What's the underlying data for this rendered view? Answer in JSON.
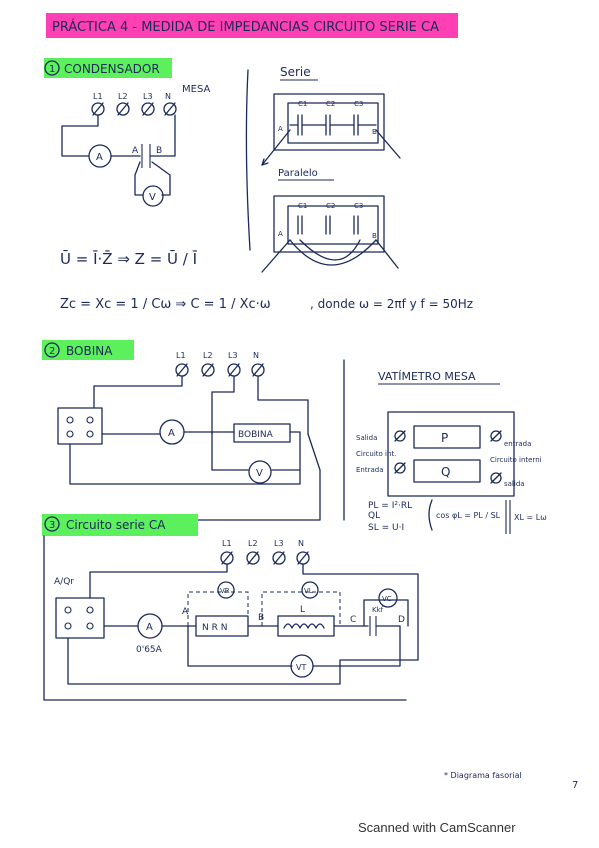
{
  "title": "PRÁCTICA 4 - MEDIDA DE IMPEDANCIAS CIRCUITO SERIE CA",
  "colors": {
    "title_highlight": "#ff3fb4",
    "section_highlight": "#5cf05c",
    "ink": "#1b2a5a",
    "footer": "#333333"
  },
  "section1": {
    "number": "1",
    "heading": "CONDENSADOR",
    "mesa_label": "MESA",
    "terminals": [
      "L1",
      "L2",
      "L3",
      "N"
    ],
    "ammeter": "A",
    "voltmeter": "V",
    "node_a": "A",
    "node_b": "B",
    "serie_label": "Serie",
    "paralelo_label": "Paralelo",
    "caps": [
      "C1",
      "C2",
      "C3"
    ],
    "formula1": "Ū = Ī·Z̄ ⇒ Z = Ū / Ī",
    "formula2_left": "Zc = Xc = 1 / Cω ⇒ C = 1 / Xc·ω",
    "formula2_right": ", donde ω = 2πf y f = 50Hz"
  },
  "section2": {
    "number": "2",
    "heading": "BOBINA",
    "terminals": [
      "L1",
      "L2",
      "L3",
      "N"
    ],
    "ammeter": "A",
    "voltmeter": "V",
    "box_label": "BOBINA",
    "wattmeter_title": "VATÍMETRO MESA",
    "watt_left": [
      "Salida",
      "Circuito int.",
      "Entrada"
    ],
    "watt_right": [
      "entrada",
      "Circuito interni",
      "salida"
    ],
    "p_box": "P",
    "q_box": "Q",
    "pl": "PL = I²·RL",
    "ql": "QL",
    "sl": "SL = U·I",
    "cos": "cos φL = PL / SL",
    "xl": "XL = Lω"
  },
  "section3": {
    "number": "3",
    "heading": "Circuito serie CA",
    "terminals": [
      "L1",
      "L2",
      "L3",
      "N"
    ],
    "switch_label": "A/Qr",
    "ammeter": "A",
    "ammeter_note": "0'65A",
    "vr": "VR",
    "vl": "VL",
    "vc": "VC",
    "vt": "VT",
    "resistor": "N R N",
    "node_a": "A",
    "node_b": "B",
    "node_c": "C",
    "node_d": "D",
    "inductor": "L",
    "cap_note": "Kkf",
    "note": "* Diagrama fasorial"
  },
  "page_number": "7",
  "footer": "Scanned with CamScanner"
}
